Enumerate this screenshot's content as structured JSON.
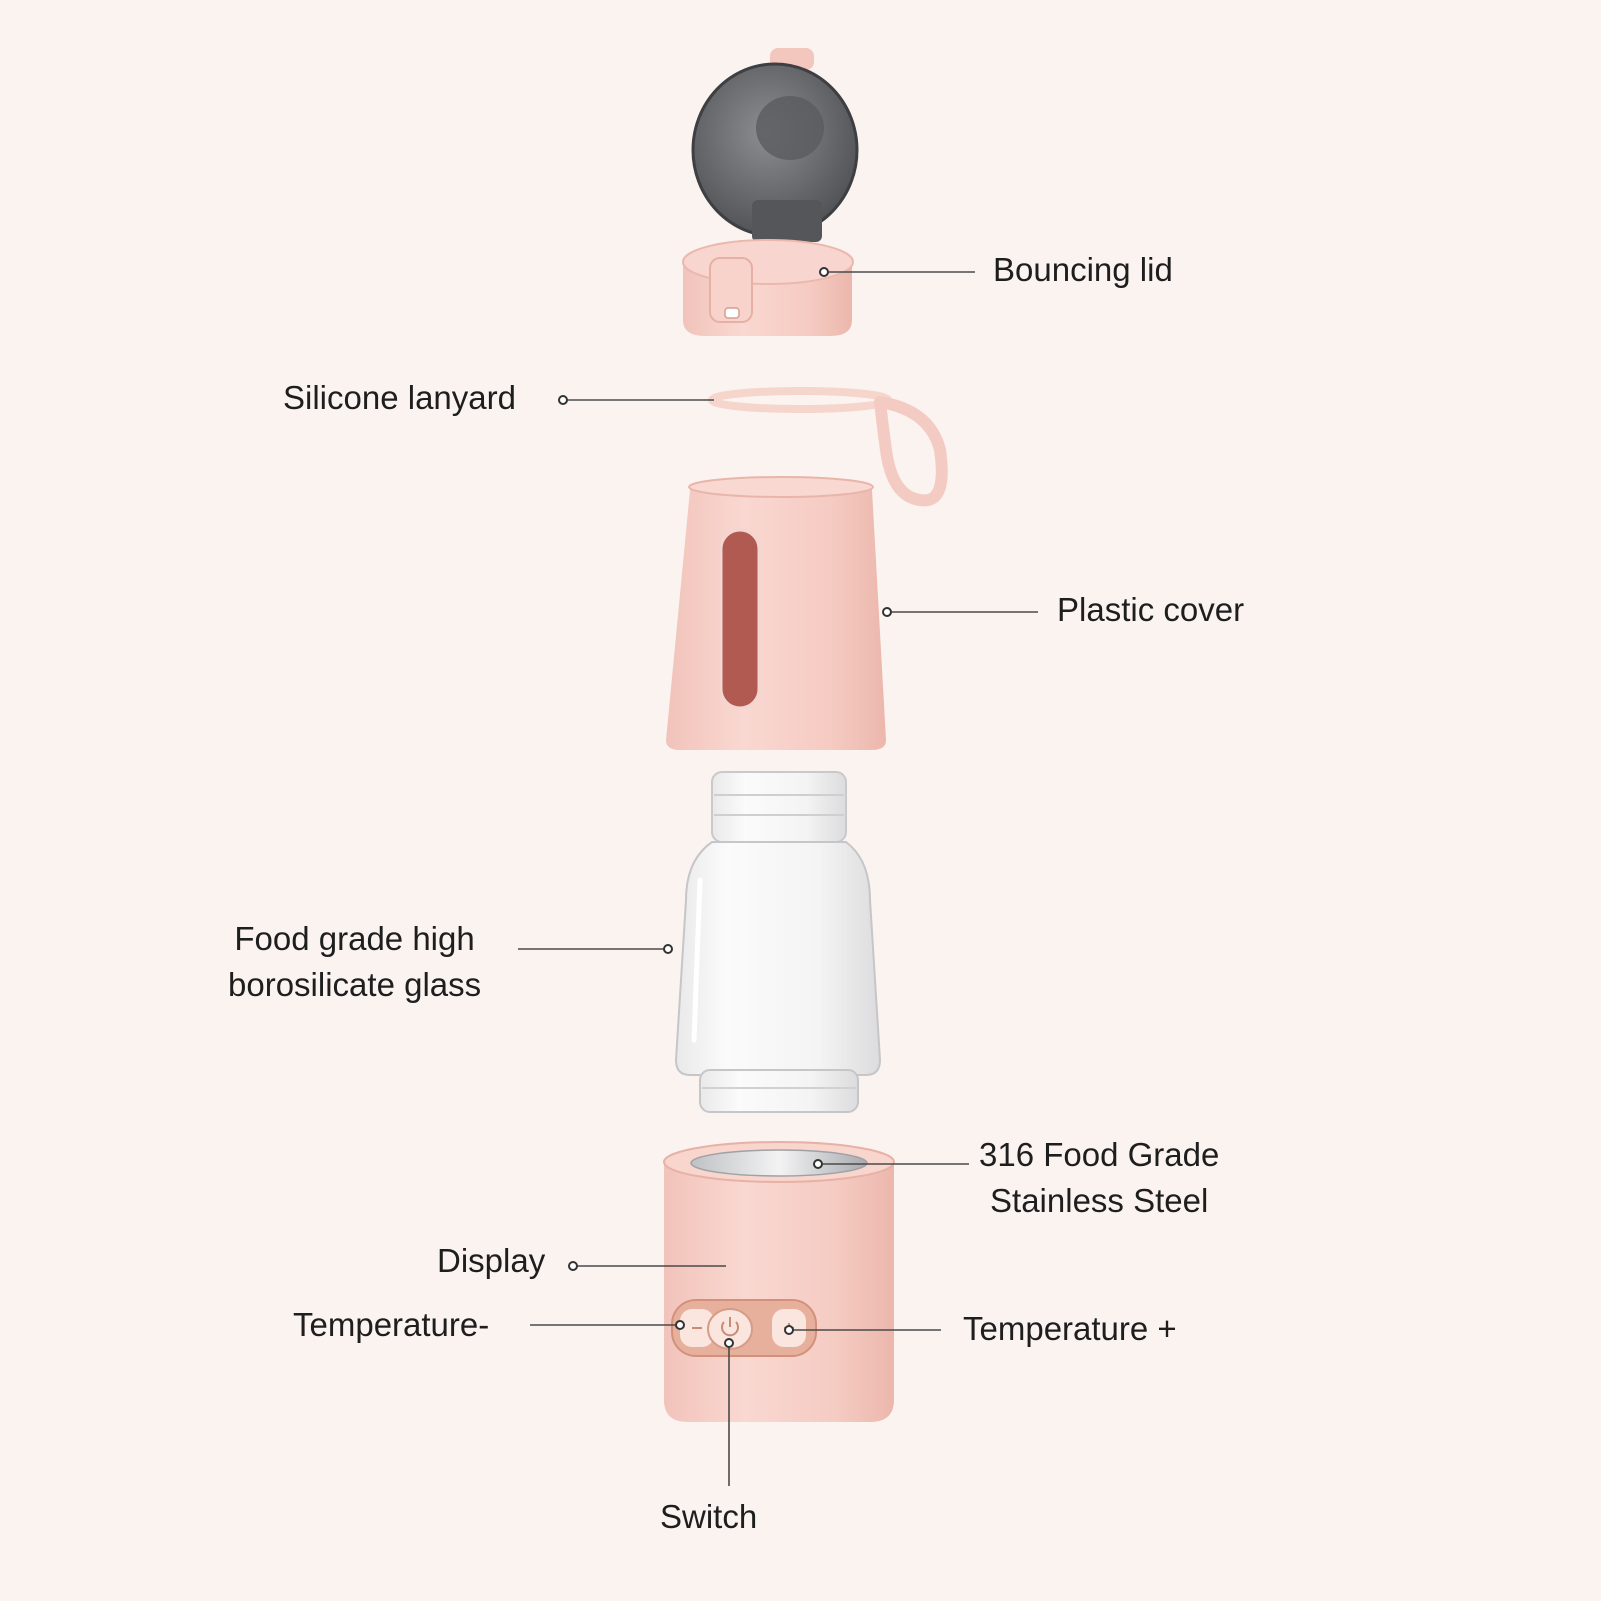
{
  "colors": {
    "background": "#fbf3f0",
    "body_pink": "#f6cfc7",
    "body_pink_shade": "#efbcb1",
    "window_red": "#b15a51",
    "lid_smoke": "#6e6f73",
    "button_rose_gold": "#e1a993",
    "label_text": "#1e1e1e",
    "callout_line": "#4a4a4a"
  },
  "labels": {
    "bouncing_lid": "Bouncing lid",
    "silicone_lanyard": "Silicone lanyard",
    "plastic_cover": "Plastic cover",
    "glass_line1": "Food grade high",
    "glass_line2": "borosilicate glass",
    "steel_line1": "316 Food Grade",
    "steel_line2": "Stainless Steel",
    "display": "Display",
    "temperature_minus": "Temperature-",
    "temperature_plus": "Temperature +",
    "switch": "Switch"
  },
  "icons": {
    "power": "power-icon",
    "minus": "minus-icon",
    "plus": "plus-icon"
  }
}
